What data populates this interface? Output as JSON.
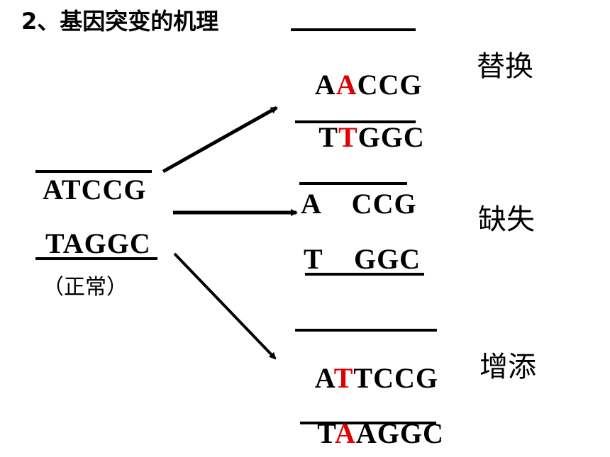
{
  "title": "2、基因突变的机理",
  "original": {
    "top": "ATCCG",
    "bottom": "TAGGC",
    "note": "（正常）"
  },
  "substitution": {
    "label": "替换",
    "top": {
      "p1": "A",
      "hl": "A",
      "p2": "CCG"
    },
    "bottom": {
      "p1": "T",
      "hl": "T",
      "p2": "GGC"
    }
  },
  "deletion": {
    "label": "缺失",
    "top": "A    CCG",
    "bottom": "T    GGC"
  },
  "insertion": {
    "label": "增添",
    "top": {
      "p1": "A",
      "hl": "T",
      "p2": "TCCG"
    },
    "bottom": {
      "p1": "T",
      "hl": "A",
      "p2": "AGGC"
    }
  },
  "colors": {
    "text": "#000000",
    "highlight": "#e00000"
  }
}
